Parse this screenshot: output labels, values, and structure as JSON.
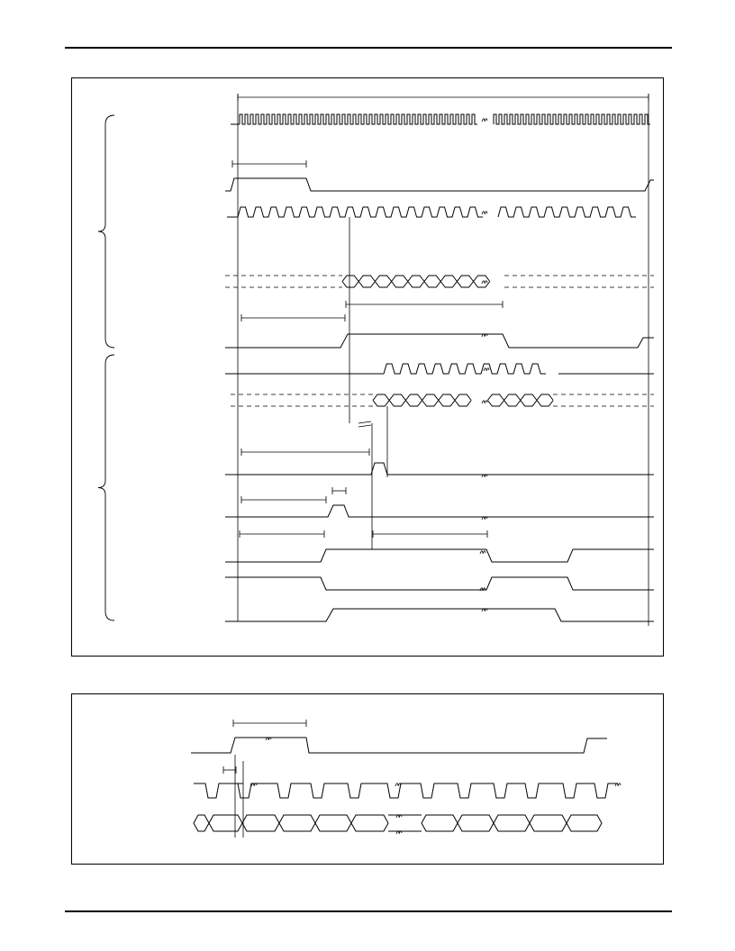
{
  "page": {
    "rules": [
      "top-rule",
      "bottom-rule"
    ]
  },
  "figure_top": {
    "type": "timing-diagram",
    "signals": [
      {
        "kind": "clock-fast",
        "visible_label": ""
      },
      {
        "kind": "pulse-start",
        "visible_label": ""
      },
      {
        "kind": "clock-slow",
        "visible_label": ""
      },
      {
        "kind": "bus-tristate",
        "visible_label": ""
      },
      {
        "kind": "enable-low-high",
        "visible_label": ""
      },
      {
        "kind": "clock-burst",
        "visible_label": ""
      },
      {
        "kind": "bus-tristate-2",
        "visible_label": ""
      },
      {
        "kind": "pulse-short",
        "visible_label": ""
      },
      {
        "kind": "pulse-short-2",
        "visible_label": ""
      },
      {
        "kind": "bus-window",
        "visible_label": ""
      },
      {
        "kind": "enable-window",
        "visible_label": ""
      }
    ],
    "groups": 2
  },
  "figure_bottom": {
    "type": "timing-diagram",
    "signals": [
      {
        "kind": "frame-pulse",
        "visible_label": ""
      },
      {
        "kind": "clock-low-pulses",
        "visible_label": ""
      },
      {
        "kind": "data-bus",
        "visible_label": ""
      }
    ]
  },
  "colors": {
    "ink": "#000000",
    "paper": "#ffffff"
  }
}
